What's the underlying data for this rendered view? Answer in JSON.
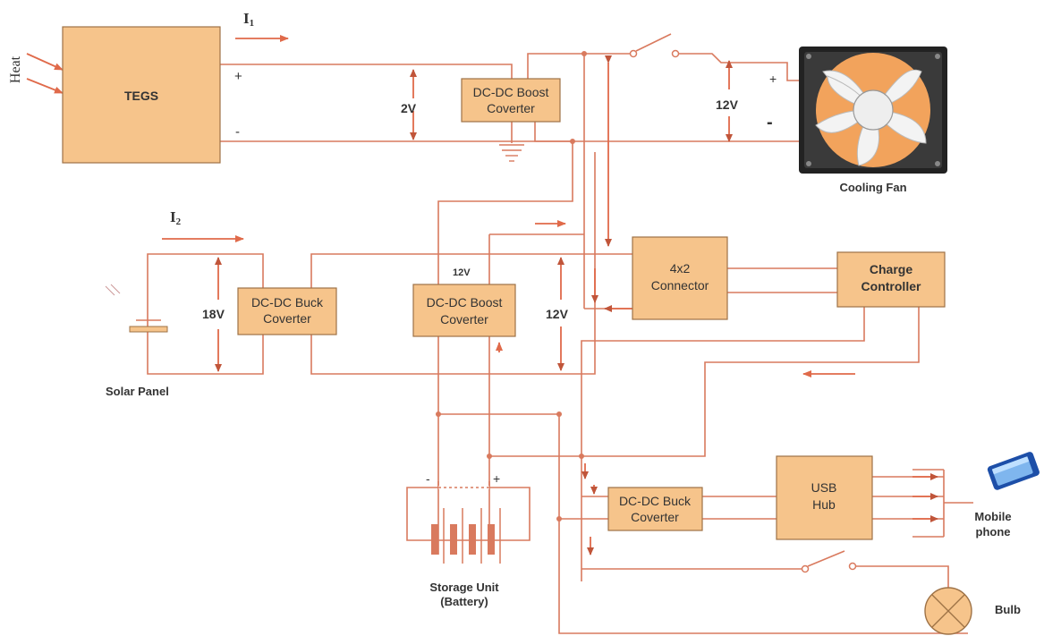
{
  "blocks": {
    "tegs": "TEGS",
    "boost_top_l1": "DC-DC Boost",
    "boost_top_l2": "Coverter",
    "buck_left_l1": "DC-DC Buck",
    "buck_left_l2": "Coverter",
    "boost_mid_l1": "DC-DC Boost",
    "boost_mid_l2": "Coverter",
    "connector_l1": "4x2",
    "connector_l2": "Connector",
    "charge_l1": "Charge",
    "charge_l2": "Controller",
    "buck_bottom_l1": "DC-DC Buck",
    "buck_bottom_l2": "Coverter",
    "usb_l1": "USB",
    "usb_l2": "Hub"
  },
  "labels": {
    "heat": "Heat",
    "i1": "I",
    "i1_sub": "1",
    "i2": "I",
    "i2_sub": "2",
    "plus": "+",
    "minus": "-",
    "v_tegs": "2V",
    "v_fan": "12V",
    "v_solar": "18V",
    "v_boost_small": "12V",
    "v_mid": "12V",
    "fan_plus": "+",
    "fan_minus": "-",
    "cooling_fan": "Cooling Fan",
    "solar_panel": "Solar Panel",
    "battery_minus": "-",
    "battery_plus": "+",
    "storage_l1": "Storage Unit",
    "storage_l2": "(Battery)",
    "mobile_l1": "Mobile",
    "mobile_l2": "phone",
    "bulb": "Bulb"
  },
  "colors": {
    "block_fill": "#f6c48b",
    "wire": "#d97a5e",
    "fan_blade": "#f2a35c"
  },
  "icons": [
    "heat-arrows-icon",
    "ground-icon",
    "switch-icon",
    "cooling-fan-icon",
    "solar-cell-icon",
    "battery-icon",
    "mobile-phone-icon",
    "bulb-icon"
  ]
}
